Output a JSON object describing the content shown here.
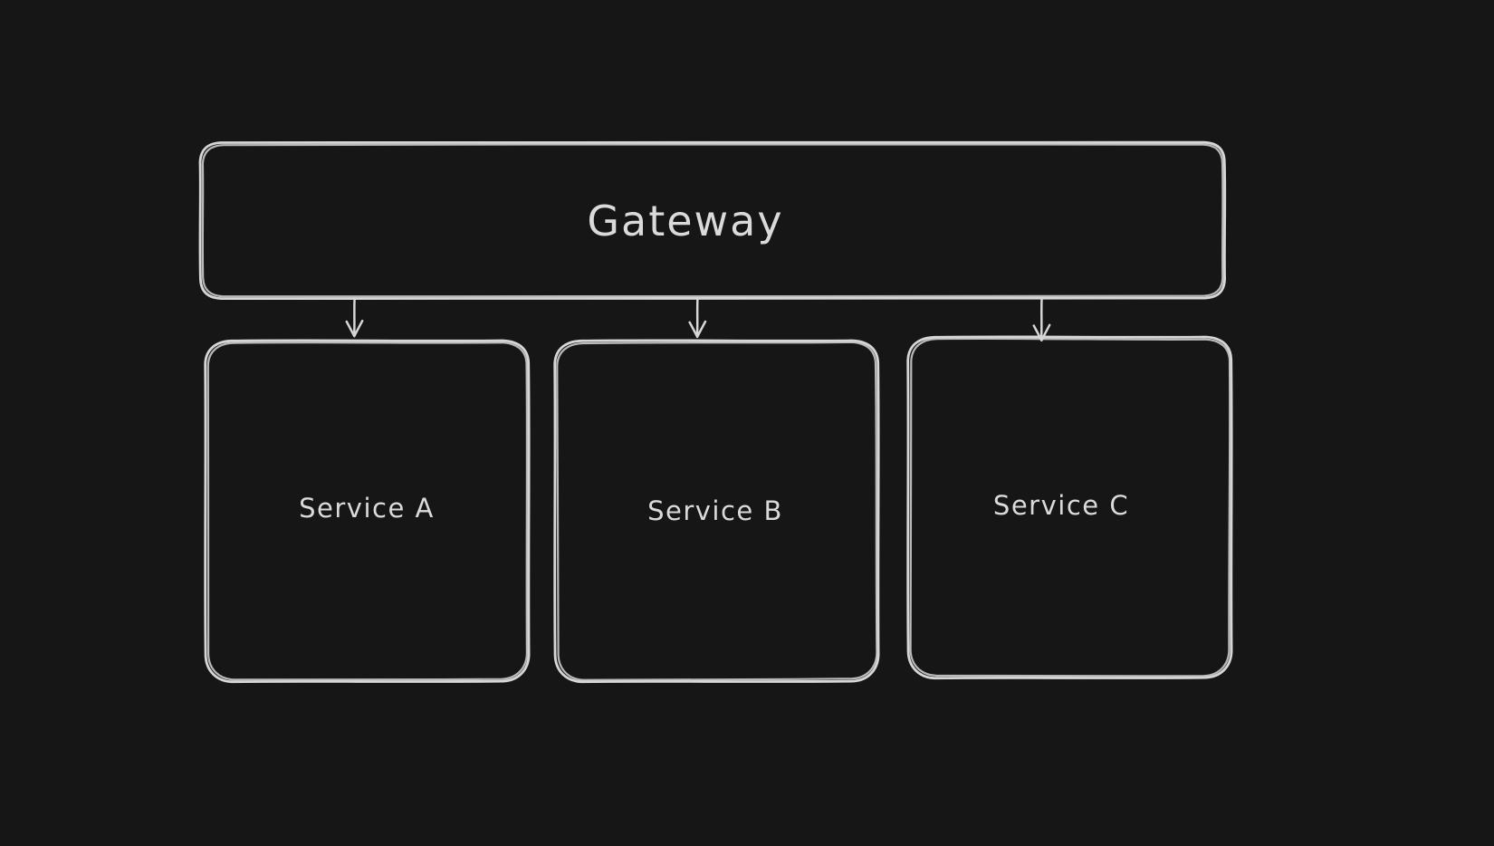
{
  "canvas": {
    "background_color": "#161616",
    "stroke_color": "#d6d6d6",
    "text_color": "#dadada"
  },
  "diagram": {
    "nodes": [
      {
        "id": "gateway",
        "label": "Gateway"
      },
      {
        "id": "service-a",
        "label": "Service A"
      },
      {
        "id": "service-b",
        "label": "Service B"
      },
      {
        "id": "service-c",
        "label": "Service C"
      }
    ],
    "edges": [
      {
        "from": "gateway",
        "to": "service-a",
        "direction": "down",
        "style": "arrow"
      },
      {
        "from": "gateway",
        "to": "service-b",
        "direction": "down",
        "style": "arrow"
      },
      {
        "from": "gateway",
        "to": "service-c",
        "direction": "down",
        "style": "arrow"
      }
    ]
  }
}
